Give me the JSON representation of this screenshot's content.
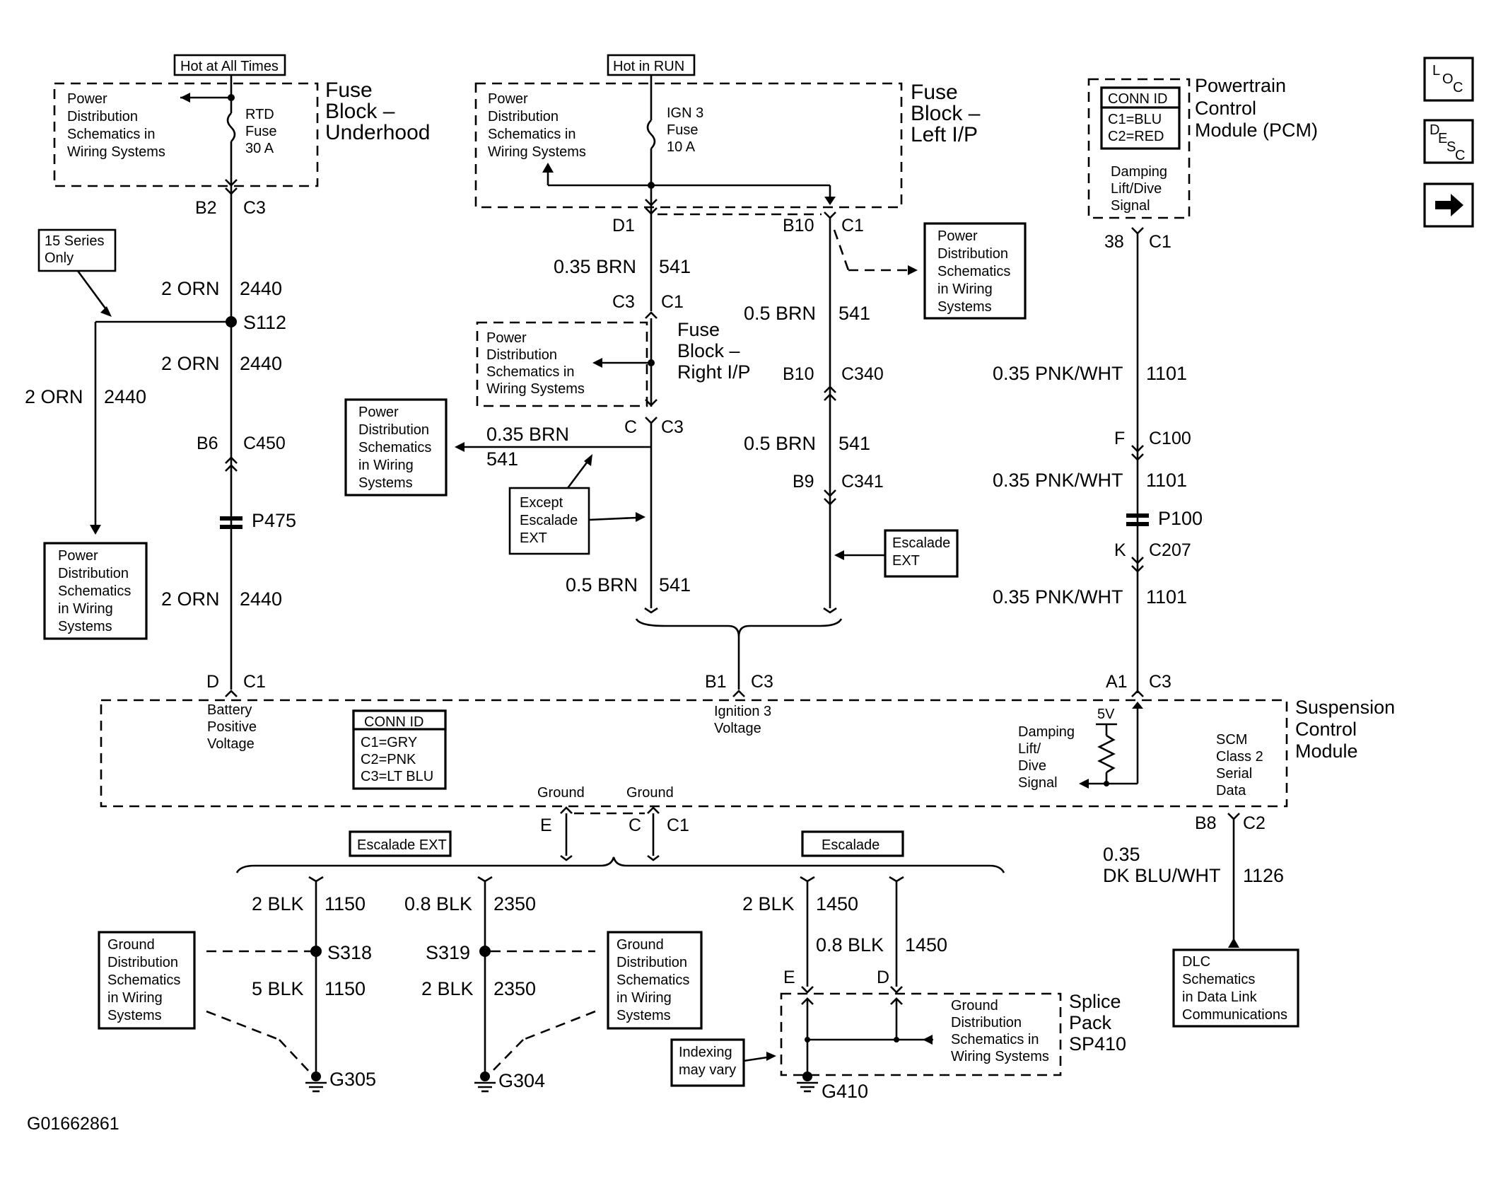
{
  "header_labels": {
    "hot_always": "Hot at All Times",
    "hot_run": "Hot in RUN"
  },
  "fuse_blocks": {
    "underhood": [
      "Fuse",
      "Block –",
      "Underhood"
    ],
    "left_ip": [
      "Fuse",
      "Block –",
      "Left I/P"
    ],
    "right_ip": [
      "Fuse",
      "Block –",
      "Right I/P"
    ]
  },
  "fuses": {
    "rtd": [
      "RTD",
      "Fuse",
      "30 A"
    ],
    "ign3": [
      "IGN 3",
      "Fuse",
      "10 A"
    ]
  },
  "pds": [
    "Power",
    "Distribution",
    "Schematics in",
    "Wiring Systems"
  ],
  "pds_boxed": [
    "Power",
    "Distribution",
    "Schematics",
    "in Wiring",
    "Systems"
  ],
  "gds": [
    "Ground",
    "Distribution",
    "Schematics",
    "in Wiring",
    "Systems"
  ],
  "gds_splice": [
    "Ground",
    "Distribution",
    "Schematics in",
    "Wiring Systems"
  ],
  "dlc": [
    "DLC",
    "Schematics",
    "in Data Link",
    "Communications"
  ],
  "notes": {
    "series15": [
      "15 Series",
      "Only"
    ],
    "except_escalade": [
      "Except",
      "Escalade",
      "EXT"
    ],
    "escalade_ext_box": [
      "Escalade",
      "EXT"
    ],
    "escalade_ext_hdr": "Escalade EXT",
    "escalade_hdr": "Escalade",
    "indexing": [
      "Indexing",
      "may vary"
    ]
  },
  "pcm": {
    "title": [
      "Powertrain",
      "Control",
      "Module (PCM)"
    ],
    "conn_id_title": "CONN ID",
    "conn_id": [
      "C1=BLU",
      "C2=RED"
    ],
    "signal": [
      "Damping",
      "Lift/Dive",
      "Signal"
    ]
  },
  "scm": {
    "title": [
      "Suspension",
      "Control",
      "Module"
    ],
    "conn_id_title": "CONN ID",
    "conn_id": [
      "C1=GRY",
      "C2=PNK",
      "C3=LT BLU"
    ],
    "battery": [
      "Battery",
      "Positive",
      "Voltage"
    ],
    "ign3": [
      "Ignition 3",
      "Voltage"
    ],
    "damping": [
      "Damping",
      "Lift/",
      "Dive",
      "Signal"
    ],
    "five_v": "5V",
    "class2": [
      "SCM",
      "Class 2",
      "Serial",
      "Data"
    ],
    "ground": "Ground"
  },
  "splice_pack": [
    "Splice",
    "Pack",
    "SP410"
  ],
  "connectors": {
    "b2": "B2",
    "c3": "C3",
    "c1": "C1",
    "c": "C",
    "d1": "D1",
    "b10": "B10",
    "c340": "C340",
    "b9": "B9",
    "c341": "C341",
    "b6": "B6",
    "c450": "C450",
    "d": "D",
    "b1": "B1",
    "a1": "A1",
    "n38": "38",
    "f": "F",
    "c100": "C100",
    "k": "K",
    "c207": "C207",
    "b8": "B8",
    "c2": "C2",
    "e": "E"
  },
  "wires": {
    "orn2": "2 ORN",
    "c2440": "2440",
    "brn035": "0.35 BRN",
    "brn05": "0.5 BRN",
    "c541": "541",
    "pnkwht": "0.35 PNK/WHT",
    "c1101": "1101",
    "dkblu_size": "0.35",
    "dkblu": "DK BLU/WHT",
    "c1126": "1126",
    "blk2": "2 BLK",
    "blk5": "5 BLK",
    "blk08": "0.8 BLK",
    "c1150": "1150",
    "c2350": "2350",
    "c1450": "1450"
  },
  "splices": {
    "s112": "S112",
    "s318": "S318",
    "s319": "S319"
  },
  "inline": {
    "p475": "P475",
    "p100": "P100"
  },
  "grounds": {
    "g305": "G305",
    "g304": "G304",
    "g410": "G410"
  },
  "figure_id": "G01662861",
  "nav": {
    "loc": [
      "L",
      "O",
      "C"
    ],
    "desc": [
      "D",
      "E",
      "S",
      "C"
    ],
    "next": "→"
  }
}
